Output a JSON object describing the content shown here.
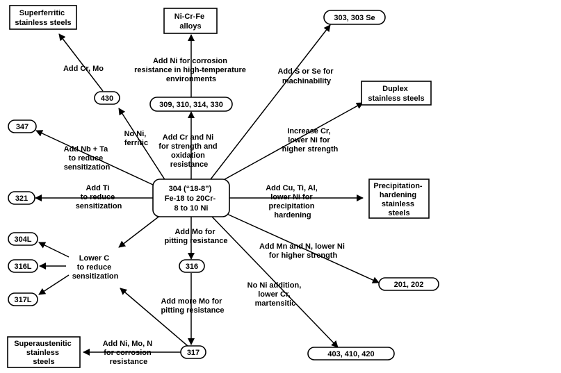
{
  "colors": {
    "line": "#000000",
    "box_fill": "#ffffff",
    "text": "#000000"
  },
  "nodes": {
    "center": [
      "304 (“18-8”)",
      "Fe-18 to 20Cr-",
      "8 to 10 Ni"
    ],
    "superferritic": [
      "Superferritic",
      "stainless steels"
    ],
    "nicrfe": [
      "Ni-Cr-Fe",
      "alloys"
    ],
    "s303": [
      "303, 303 Se"
    ],
    "duplex": [
      "Duplex",
      "stainless steels"
    ],
    "precip": [
      "Precipitation-",
      "hardening",
      "stainless",
      "steels"
    ],
    "s201": [
      "201, 202"
    ],
    "s403": [
      "403, 410, 420"
    ],
    "superaust": [
      "Superaustenitic",
      "stainless",
      "steels"
    ],
    "s317": [
      "317"
    ],
    "s316": [
      "316"
    ],
    "s317l": [
      "317L"
    ],
    "s316l": [
      "316L"
    ],
    "s304l": [
      "304L"
    ],
    "s321": [
      "321"
    ],
    "s347": [
      "347"
    ],
    "s430": [
      "430"
    ],
    "s309": [
      "309, 310, 314, 330"
    ]
  },
  "edge_labels": {
    "to_430": [
      "No Ni,",
      "ferritic"
    ],
    "to_superferritic": [
      "Add Cr, Mo"
    ],
    "to_309": [
      "Add Cr and Ni",
      "for strength and",
      "oxidation",
      "resistance"
    ],
    "to_nicrfe": [
      "Add Ni for corrosion",
      "resistance in high-temperature",
      "environments"
    ],
    "to_303": [
      "Add S or Se for",
      "machinability"
    ],
    "to_duplex": [
      "Increase Cr,",
      "lower Ni for",
      "higher strength"
    ],
    "to_precip": [
      "Add Cu, Ti, Al,",
      "lower Ni for",
      "precipitation",
      "hardening"
    ],
    "to_201": [
      "Add Mn and N, lower Ni",
      "for higher strength"
    ],
    "to_403": [
      "No Ni addition,",
      "lower Cr,",
      "martensitic"
    ],
    "to_316": [
      "Add  Mo for",
      "pitting resistance"
    ],
    "to_317": [
      "Add more Mo for",
      "pitting resistance"
    ],
    "to_superaust": [
      "Add Ni, Mo, N",
      "for corrosion",
      "resistance"
    ],
    "to_lowc": [
      "Lower C",
      "to reduce",
      "sensitization"
    ],
    "to_321": [
      "Add Ti",
      "to reduce",
      "sensitization"
    ],
    "to_347": [
      "Add Nb + Ta",
      "to reduce",
      "sensitization"
    ]
  }
}
